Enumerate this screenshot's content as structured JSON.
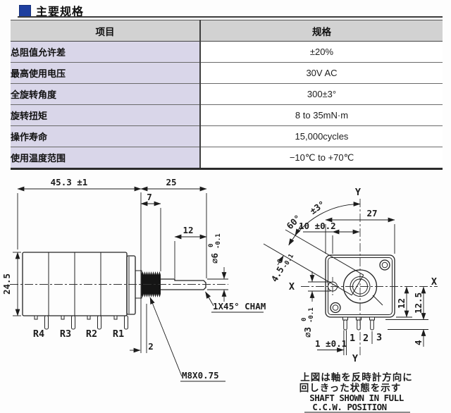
{
  "header": {
    "title": "主要规格"
  },
  "colors": {
    "accent_blue": "#1e3f9f",
    "table_header_bg": "#d2d2d2",
    "table_item_bg": "#d9d6e9",
    "drawing_line": "#222222"
  },
  "spec_table": {
    "columns": {
      "item": "项目",
      "spec": "规格"
    },
    "rows": [
      {
        "item": "总阻值允许差",
        "spec": "±20%"
      },
      {
        "item": "最高使用电压",
        "spec": "30V AC"
      },
      {
        "item": "全旋转角度",
        "spec": "300±3°"
      },
      {
        "item": "旋转扭矩",
        "spec": "8 to 35mN·m"
      },
      {
        "item": "操作寿命",
        "spec": "15,000cycles"
      },
      {
        "item": "使用温度范围",
        "spec": "−10℃ to +70℃"
      }
    ]
  },
  "side_view": {
    "dim_total_length": "45.3 ±1",
    "dim_shaft_length": "25",
    "dim_bushing_length": "7",
    "dim_flat_length": "12",
    "dim_shaft_dia": "⌀6",
    "dim_shaft_dia_tol_hi": "0",
    "dim_shaft_dia_tol_lo": "-0.1",
    "dim_body_height": "24.5",
    "dim_step": "2",
    "note_chamfer": "1X45° CHAM",
    "note_thread": "M8X0.75",
    "terminals": [
      "R4",
      "R3",
      "R2",
      "R1"
    ]
  },
  "front_view": {
    "axis_x": "X",
    "axis_y": "Y",
    "dim_angle": "60°",
    "dim_angle_tol": "±3°",
    "dim_width": "27",
    "dim_hole_offset": "10 ±0.2",
    "dim_flat_width": "4.5",
    "dim_flat_tol_hi": "0",
    "dim_flat_tol_lo": "-0.1",
    "dim_hole_dia": "⌀3",
    "dim_hole_dia_tol_hi": "0",
    "dim_hole_dia_tol_lo": "-0.1",
    "dim_center_to_bottom": "12",
    "dim_center_to_shoulder": "12.5",
    "dim_pin_length": "4",
    "dim_pin_width": "1 ±0.1",
    "pins": [
      "1",
      "2",
      "3"
    ],
    "notes_jp": [
      "上図は軸を反時計方向に",
      "回しきった状態を示す"
    ],
    "notes_en": [
      "SHAFT SHOWN IN FULL",
      "C.C.W. POSITION"
    ]
  }
}
